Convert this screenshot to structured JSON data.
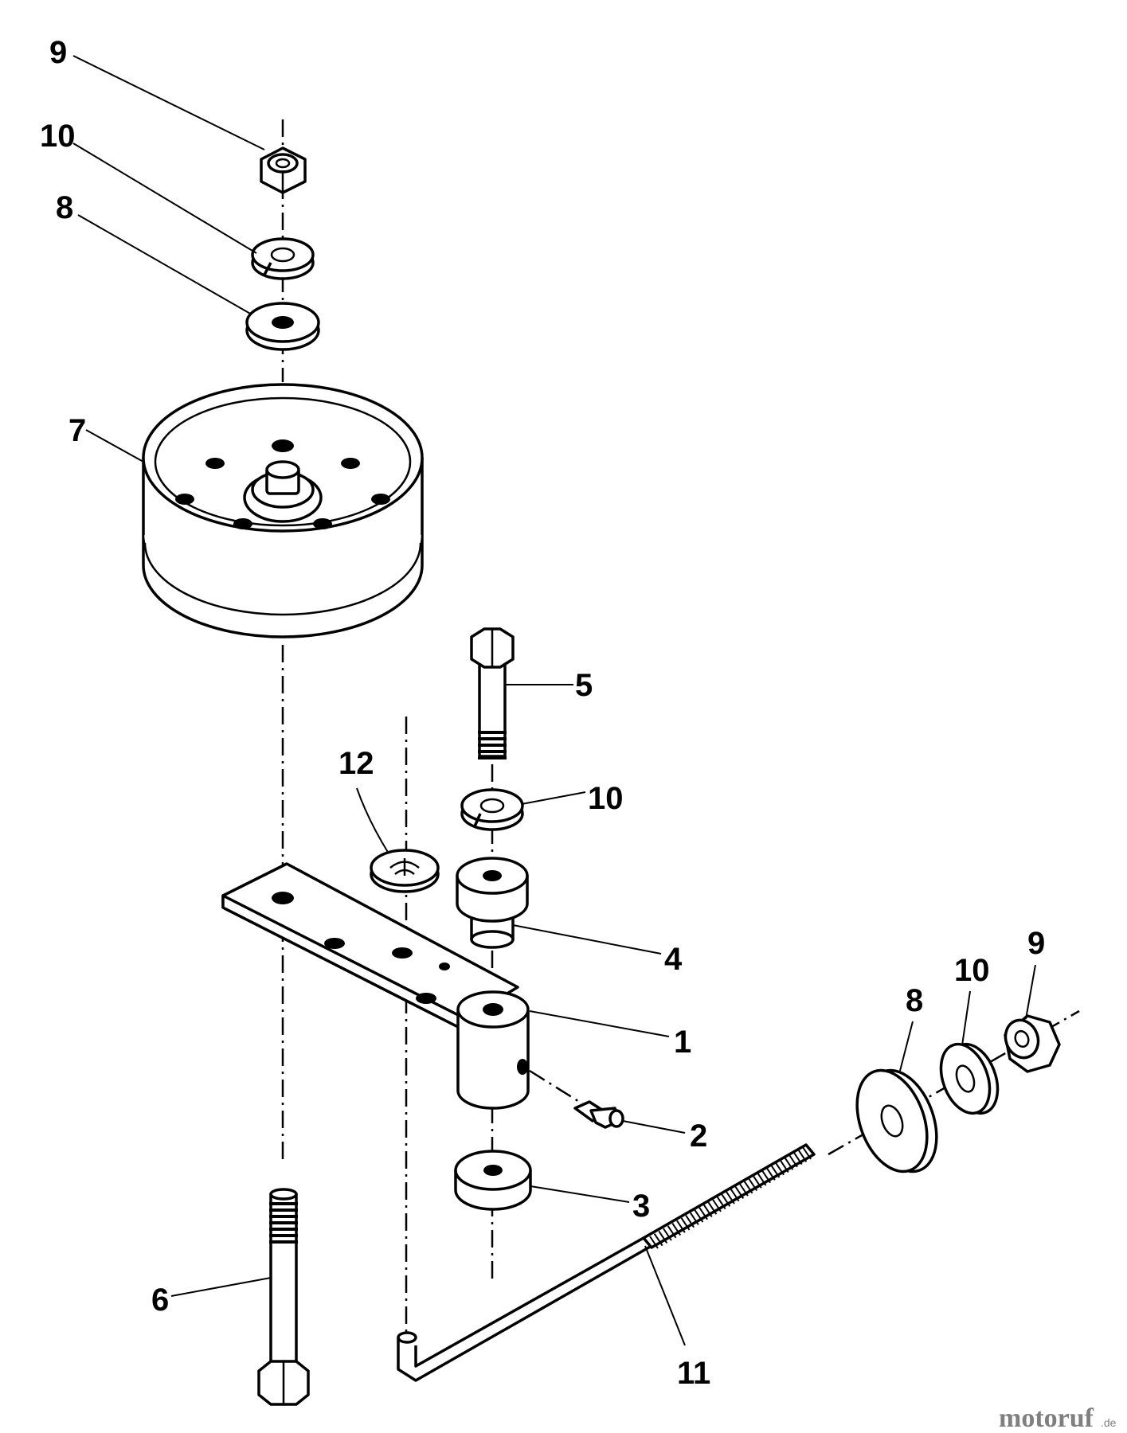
{
  "callouts": {
    "c9_top": "9",
    "c10_top": "10",
    "c8_top": "8",
    "c7": "7",
    "c5": "5",
    "c12": "12",
    "c10_mid": "10",
    "c4": "4",
    "c1": "1",
    "c2": "2",
    "c3": "3",
    "c6": "6",
    "c11": "11",
    "c8_right": "8",
    "c10_right": "10",
    "c9_right": "9"
  },
  "watermark": {
    "brand": "motoruf",
    "suffix": ".de"
  },
  "colors": {
    "ink": "#000000",
    "paper": "#ffffff",
    "watermark": "#7f7f7f"
  }
}
